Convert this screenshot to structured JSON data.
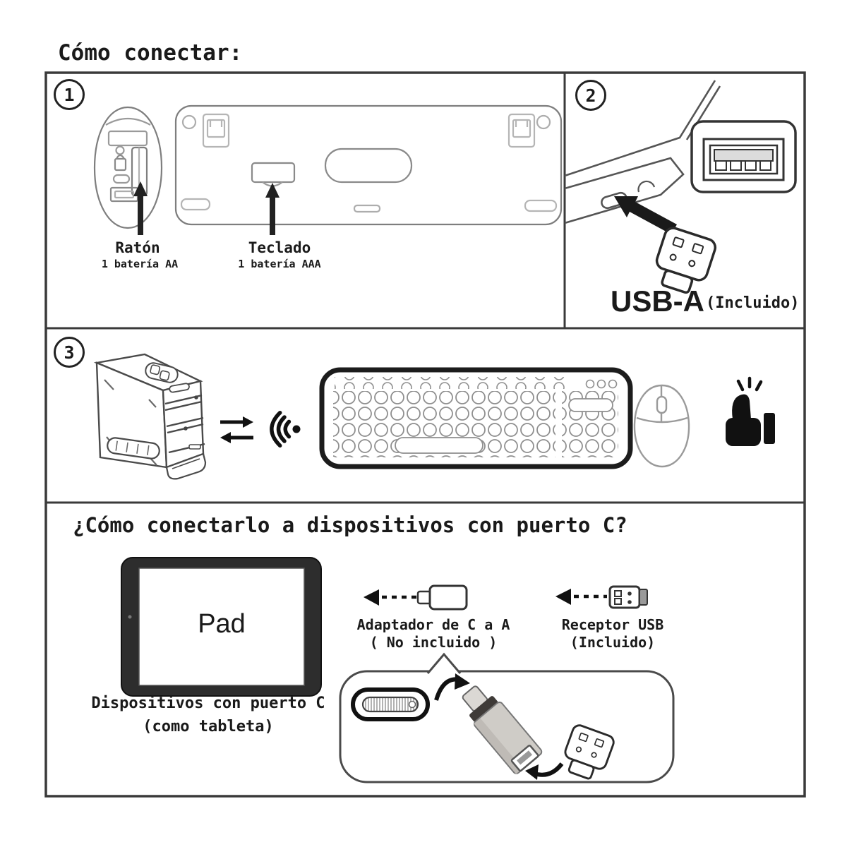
{
  "title": "Cómo conectar:",
  "colors": {
    "ink": "#1a1a1a",
    "frame_line": "#3a3a3a",
    "light_line": "#8a8a8a",
    "black_fill": "#111111",
    "adapter_grey": "#cfccc7",
    "tablet_frame": "#2d2d2d"
  },
  "step1": {
    "number": "1",
    "mouse": {
      "label": "Ratón",
      "battery": "1 batería AA"
    },
    "keyboard": {
      "label": "Teclado",
      "battery": "1 batería AAA"
    }
  },
  "step2": {
    "number": "2",
    "connector": "USB-A",
    "note": "(Incluido)"
  },
  "step3": {
    "number": "3"
  },
  "type_c_section": {
    "heading": "¿Cómo conectarlo a dispositivos con puerto C?",
    "pad_label": "Pad",
    "device_caption": [
      "Dispositivos con puerto C",
      "(como tableta)"
    ],
    "adapter_caption": [
      "Adaptador de C a A",
      "( No incluido )"
    ],
    "receiver_caption": [
      "Receptor USB",
      "(Incluido)"
    ]
  }
}
